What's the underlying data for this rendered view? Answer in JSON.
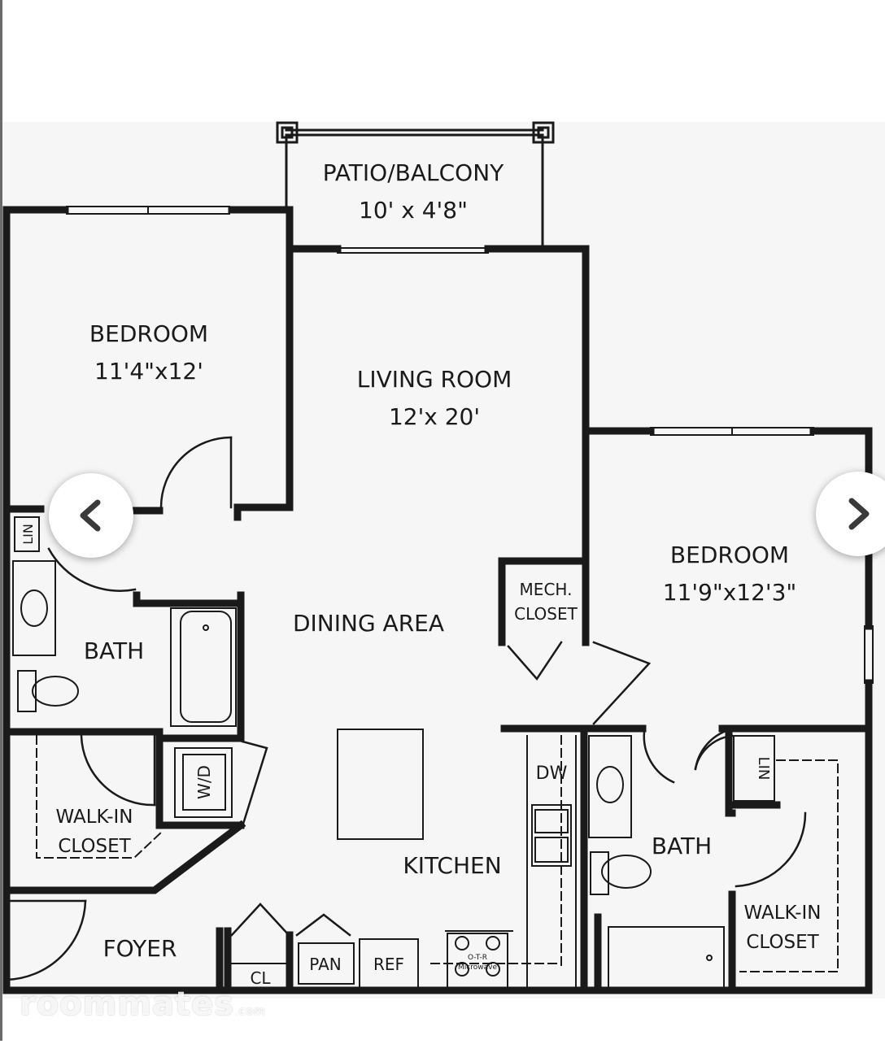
{
  "rooms": {
    "patio": {
      "name": "PATIO/BALCONY",
      "dims": "10' x 4'8\""
    },
    "bedroom1": {
      "name": "BEDROOM",
      "dims": "11'4\"x12'"
    },
    "living": {
      "name": "LIVING ROOM",
      "dims": "12'x 20'"
    },
    "bedroom2": {
      "name": "BEDROOM",
      "dims": "11'9\"x12'3\""
    },
    "dining": {
      "name": "DINING AREA"
    },
    "mech": {
      "line1": "MECH.",
      "line2": "CLOSET"
    },
    "bath1": {
      "name": "BATH"
    },
    "bath2": {
      "name": "BATH"
    },
    "lin1": {
      "name": "LIN"
    },
    "lin2": {
      "name": "LIN"
    },
    "wd": {
      "name": "W/D"
    },
    "walkin1": {
      "line1": "WALK-IN",
      "line2": "CLOSET"
    },
    "walkin2": {
      "line1": "WALK-IN",
      "line2": "CLOSET"
    },
    "kitchen": {
      "name": "KITCHEN"
    },
    "dw": {
      "name": "DW"
    },
    "foyer": {
      "name": "FOYER"
    },
    "cl": {
      "name": "CL"
    },
    "pan": {
      "name": "PAN"
    },
    "ref": {
      "name": "REF"
    },
    "microwave": {
      "line1": "O-T-R",
      "line2": "Microwave"
    }
  },
  "watermark": {
    "brand": "roommates",
    "suffix": ".com"
  },
  "icons": {
    "prev": "chevron-left-icon",
    "next": "chevron-right-icon"
  }
}
